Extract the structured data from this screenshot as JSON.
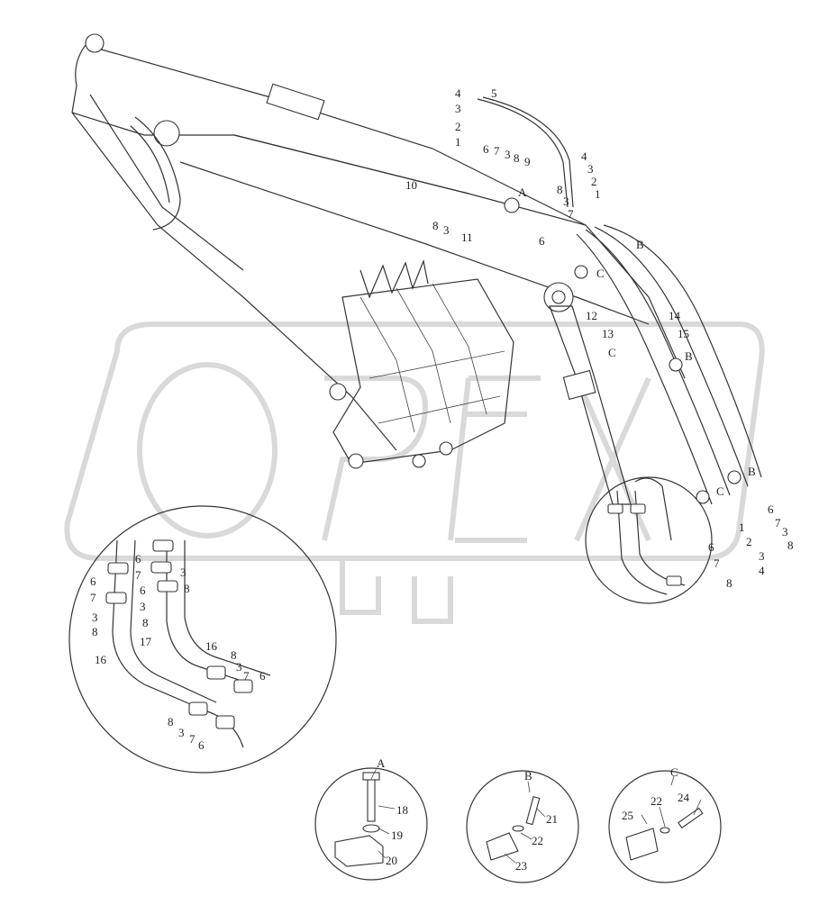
{
  "watermark": {
    "text": "OPEX",
    "color": "#d9d9d9"
  },
  "callouts": {
    "main": [
      "1",
      "2",
      "3",
      "4",
      "5",
      "6",
      "7",
      "8",
      "9",
      "10",
      "11",
      "12",
      "13",
      "14",
      "15",
      "16",
      "17"
    ],
    "detail_a": {
      "title": "A",
      "parts": [
        "18",
        "19",
        "20"
      ]
    },
    "detail_b": {
      "title": "B",
      "parts": [
        "21",
        "22",
        "23"
      ]
    },
    "detail_c": {
      "title": "C",
      "parts": [
        "22",
        "24",
        "25"
      ]
    }
  },
  "view_refs": {
    "a": "A",
    "b": "B",
    "c": "C"
  },
  "colors": {
    "line": "#333333",
    "background": "#ffffff"
  }
}
